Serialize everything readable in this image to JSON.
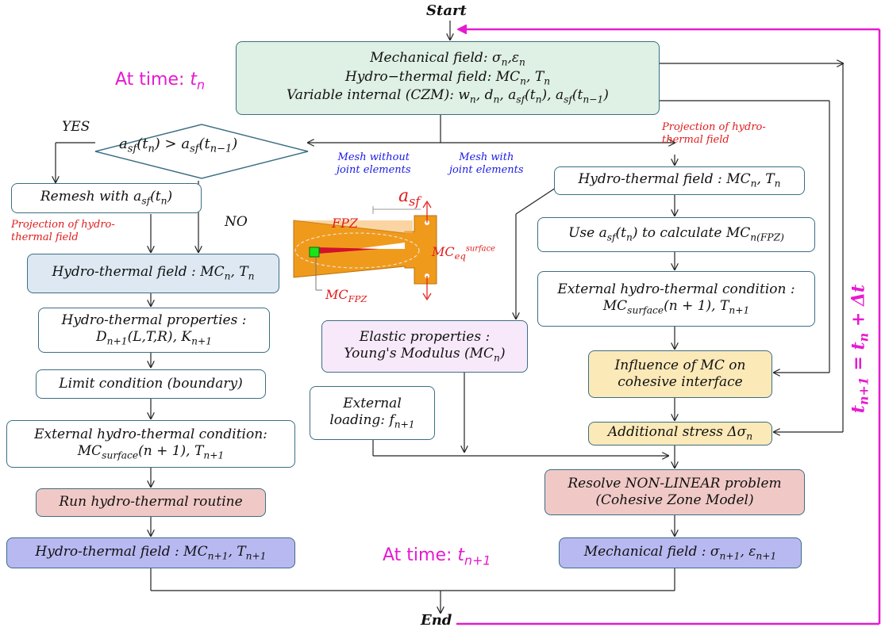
{
  "terminals": {
    "start": "Start",
    "end": "End"
  },
  "time_labels": {
    "at_time_prefix": "At time:",
    "tn": "t",
    "tn_sub": "n",
    "tn1_sub": "n+1"
  },
  "step_label": {
    "lhs": "t",
    "lhs_sub": "n+1",
    "rhs": " = t",
    "rhs_sub": "n",
    "tail": " + Δt"
  },
  "branch": {
    "yes": "YES",
    "no": "NO"
  },
  "decision": {
    "text": "a_sf(t_n) > a_sf(t_{n-1})"
  },
  "annotations": {
    "projection_left": [
      "Projection of hydro-",
      "thermal field"
    ],
    "projection_right": [
      "Projection of hydro-",
      "thermal field"
    ],
    "mesh_without": [
      "Mesh without",
      "joint elements"
    ],
    "mesh_with": [
      "Mesh with",
      "joint elements"
    ]
  },
  "specimen": {
    "fpz": "FPZ",
    "asf": "a",
    "asf_sub": "sf",
    "mc_eq": "MC",
    "mc_eq_sub": "eq",
    "mc_eq_sup": "surface",
    "mc_fpz": "MC",
    "mc_fpz_sub": "FPZ"
  },
  "boxes": {
    "top": {
      "line1_label": "Mechanical field",
      "line2_label": "Hydro−thermal field",
      "line3_label": "Variable internal (CZM)"
    },
    "remesh": "Remesh with",
    "hydro_left": "Hydro-thermal field",
    "hydro_props_label": "Hydro-thermal properties :",
    "limit": "Limit  condition (boundary)",
    "ext_left_label": "External hydro-thermal condition:",
    "run": "Run hydro-thermal routine",
    "hydro_bottom": "Hydro-thermal field",
    "hydro_right": "Hydro-thermal field",
    "use_asf_a": "Use",
    "use_asf_b": "to calculate",
    "ext_right_label": "External hydro-thermal condition :",
    "elastic_1": "Elastic properties :",
    "elastic_2": "Young's Modulus",
    "influence": "Influence of MC on cohesive interface",
    "ext_loading_1": "External",
    "ext_loading_2": "loading:",
    "additional": "Additional stress",
    "resolve_1": "Resolve NON-LINEAR problem",
    "resolve_2": "(Cohesive Zone Model)",
    "mech_bottom": "Mechanical field"
  },
  "colors": {
    "accent": "#e61ad0",
    "projection_text": "#e11b1b",
    "mesh_text": "#1a1ae6",
    "box_border": "#3b6e84",
    "specimen": "#f09a1c"
  }
}
